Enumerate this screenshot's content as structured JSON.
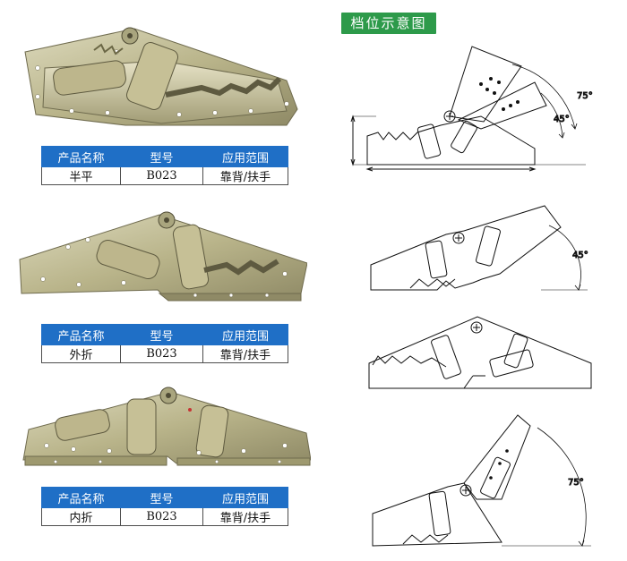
{
  "diagram_title": "档位示意图",
  "columns": [
    "产品名称",
    "型号",
    "应用范围"
  ],
  "products": [
    {
      "name": "半平",
      "model": "B023",
      "application": "靠背/扶手"
    },
    {
      "name": "外折",
      "model": "B023",
      "application": "靠背/扶手"
    },
    {
      "name": "内折",
      "model": "B023",
      "application": "靠背/扶手"
    }
  ],
  "angles": {
    "d1_outer": "75°",
    "d1_inner": "45°",
    "d2": "45°",
    "d4": "75°"
  },
  "colors": {
    "header_blue": "#1f6fc6",
    "title_green": "#2d9a4a",
    "metal": "#c8c39a"
  }
}
